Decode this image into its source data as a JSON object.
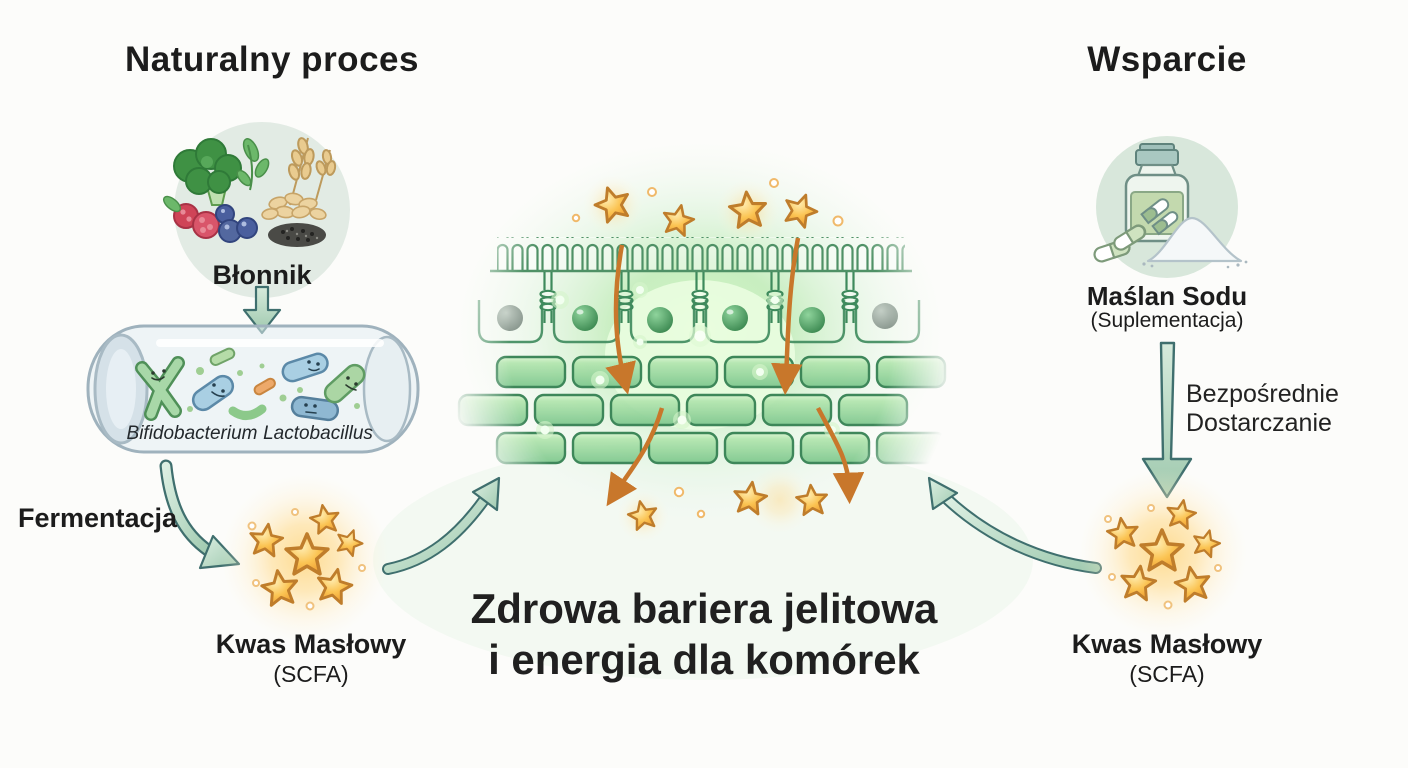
{
  "left": {
    "title": "Naturalny proces",
    "fiber_label": "Błonnik",
    "bacteria": [
      "Bifidobacterium",
      "Lactobacillus"
    ],
    "fermentation_label": "Fermentacja",
    "scfa_label": "Kwas Masłowy",
    "scfa_sub": "(SCFA)"
  },
  "center": {
    "caption_line1": "Zdrowa bariera jelitowa",
    "caption_line2": "i energia dla komórek"
  },
  "right": {
    "title": "Wsparcie",
    "supplement_label": "Maślan Sodu",
    "supplement_sub": "(Suplementacja)",
    "delivery_line1": "Bezpośrednie",
    "delivery_line2": "Dostarczanie",
    "scfa_label": "Kwas Masłowy",
    "scfa_sub": "(SCFA)"
  },
  "icons": {
    "fiber-foods-icon": "broccoli, berries, grains, seeds in pale circle",
    "fermentation-tube-icon": "glass tube with smiling probiotic bacteria",
    "scfa-stars-left": "glowing golden stars cluster",
    "scfa-stars-right": "glowing golden stars cluster",
    "gut-barrier-illustration": "green intestinal epithelium with microvilli, tight junctions and absorbed stars",
    "supplement-bottle-icon": "supplement jar with capsules and powder pile",
    "down-arrow-icon": "teal arrow",
    "curved-arrow-icon": "teal curved arrow",
    "absorption-arrow-icon": "orange arrow through barrier"
  },
  "colors": {
    "background": "#fcfcfa",
    "accent_teal_fill": "#b9d9c4",
    "accent_teal_outline": "#3f6f6e",
    "star_gold": "#f7b733",
    "barrier_green": "#4f9a63",
    "absorption_orange": "#c8772b",
    "text": "#1c1c1c"
  }
}
